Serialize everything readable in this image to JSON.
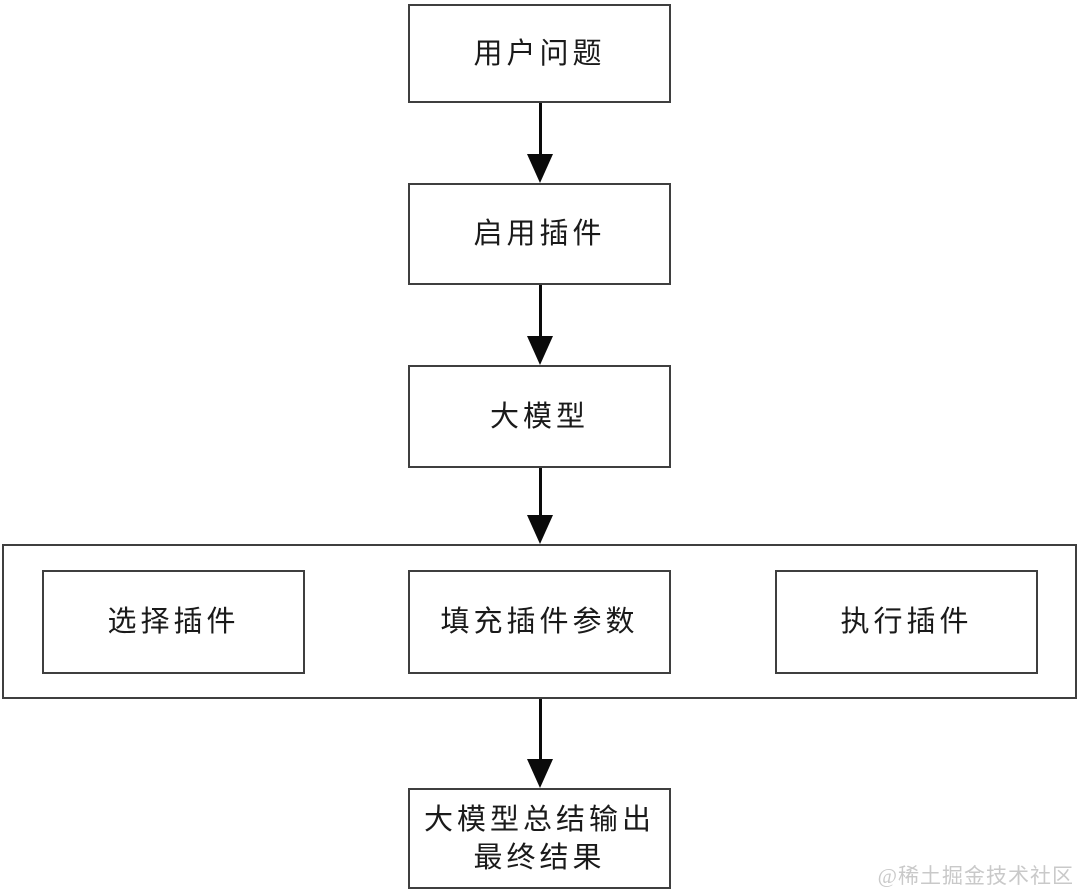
{
  "flowchart": {
    "nodes": {
      "user_question": {
        "label": "用户问题"
      },
      "enable_plugin": {
        "label": "启用插件"
      },
      "llm": {
        "label": "大模型"
      },
      "select_plugin": {
        "label": "选择插件"
      },
      "fill_plugin_params": {
        "label": "填充插件参数"
      },
      "execute_plugin": {
        "label": "执行插件"
      },
      "final_output": {
        "line1": "大模型总结输出",
        "line2": "最终结果"
      }
    },
    "edges": [
      {
        "from": "user_question",
        "to": "enable_plugin"
      },
      {
        "from": "enable_plugin",
        "to": "llm"
      },
      {
        "from": "llm",
        "to": "plugin_stage_container"
      },
      {
        "from": "plugin_stage_container",
        "to": "final_output"
      }
    ],
    "colors": {
      "background": "#ffffff",
      "border": "#3f3f3f",
      "text": "#1a1a1a",
      "arrow": "#0a0a0a",
      "watermark": "#c9c9c9"
    }
  },
  "watermark": {
    "label": "@稀土掘金技术社区"
  }
}
